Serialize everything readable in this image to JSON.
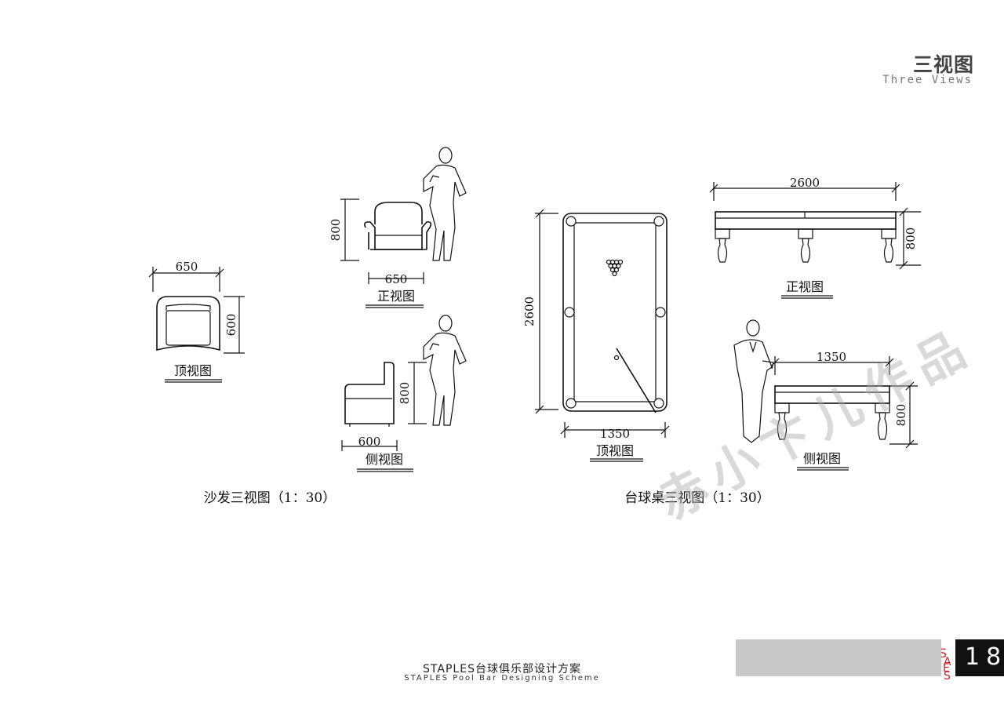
{
  "header": {
    "title_cn": "三视图",
    "title_en": "Three Views"
  },
  "sofa": {
    "caption": "沙发三视图（1：30）",
    "top_view": {
      "label": "顶视图",
      "width": "650",
      "depth": "600"
    },
    "front_view": {
      "label": "正视图",
      "width": "650",
      "height": "800"
    },
    "side_view": {
      "label": "侧视图",
      "depth": "600",
      "height": "800"
    }
  },
  "pool_table": {
    "caption": "台球桌三视图（1：30）",
    "top_view": {
      "label": "顶视图",
      "length": "2600",
      "width": "1350"
    },
    "front_view": {
      "label": "正视图",
      "length": "2600",
      "height": "800"
    },
    "side_view": {
      "label": "侧视图",
      "width": "1350",
      "height": "800"
    }
  },
  "footer": {
    "title_cn": "STAPLES台球俱乐部设计方案",
    "title_en": "STAPLES Pool Bar Designing Scheme",
    "page_number": "18",
    "logo_letters": "STAPLES"
  },
  "watermark_text": "赤小卞儿作品",
  "colors": {
    "ink": "#111111",
    "grey_bar": "#c8c8c8",
    "logo_red": "#d0202a"
  }
}
